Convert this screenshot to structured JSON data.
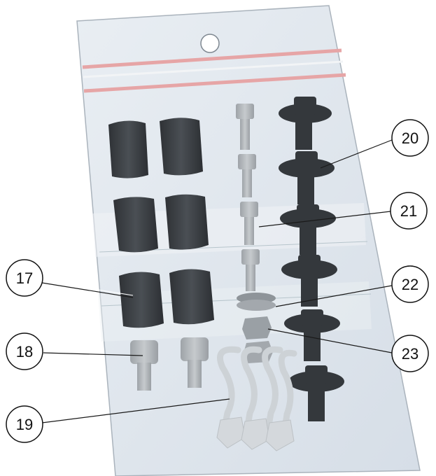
{
  "figure": {
    "bag_color": "#dfe6ee",
    "zip_stripe_color": "#e6a5a6",
    "part_dark_color": "#3d4145",
    "part_light_color": "#b9bec3"
  },
  "callouts": [
    {
      "id": "17",
      "label": "17"
    },
    {
      "id": "18",
      "label": "18"
    },
    {
      "id": "19",
      "label": "19"
    },
    {
      "id": "20",
      "label": "20"
    },
    {
      "id": "21",
      "label": "21"
    },
    {
      "id": "22",
      "label": "22"
    },
    {
      "id": "23",
      "label": "23"
    }
  ]
}
